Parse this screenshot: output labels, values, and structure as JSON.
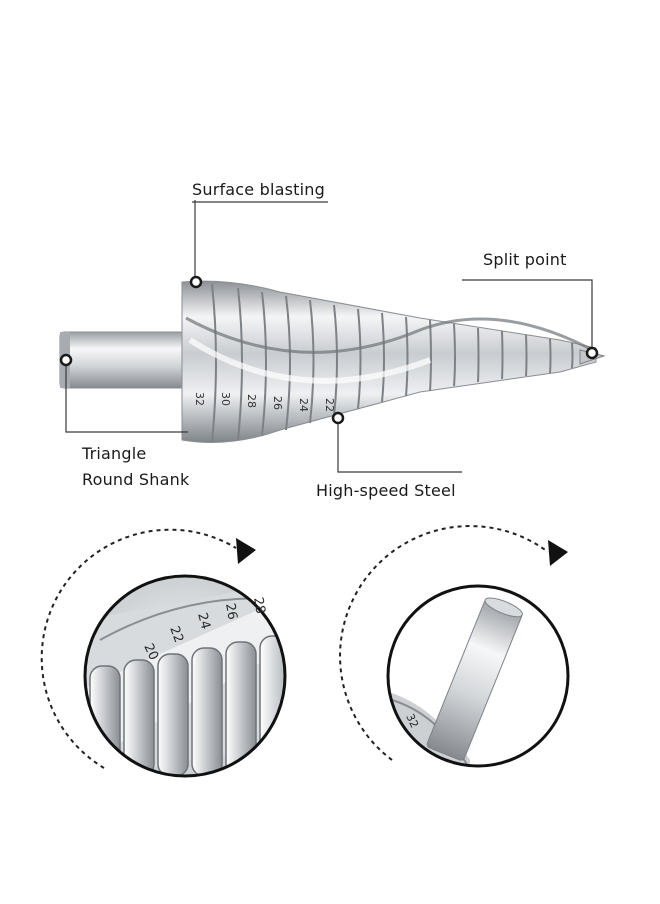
{
  "callouts": {
    "surface_blasting": "Surface blasting",
    "split_point": "Split point",
    "shank_line1": "Triangle",
    "shank_line2": "Round Shank",
    "high_speed_steel": "High-speed Steel"
  },
  "bit_markings": {
    "main": [
      "32",
      "30",
      "28",
      "26",
      "24",
      "22"
    ],
    "detail_left": [
      "28",
      "26",
      "24",
      "22",
      "20"
    ],
    "detail_right": [
      "32"
    ]
  },
  "colors": {
    "background": "#ffffff",
    "steel_light": "#eef0f2",
    "steel_mid": "#b9bdc2",
    "steel_dark": "#7d8287",
    "line": "#3a3a3a"
  }
}
